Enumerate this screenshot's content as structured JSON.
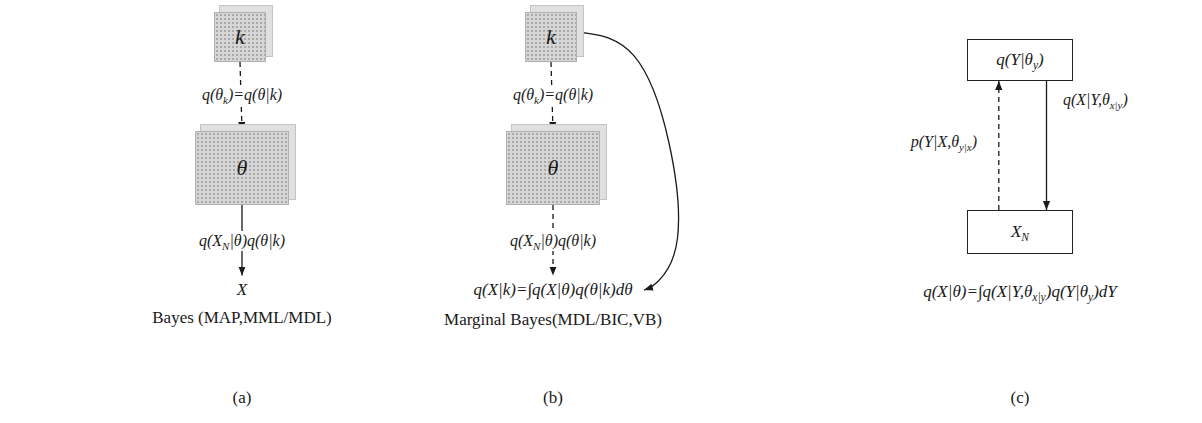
{
  "diagram": {
    "nodes": [
      {
        "text": [
          "k"
        ]
      },
      {
        "text": [
          "θ"
        ]
      },
      {
        "text": [
          "X"
        ]
      },
      {
        "text": [
          "k"
        ]
      },
      {
        "text": [
          "θ"
        ]
      },
      {
        "text": [
          "q(X|k)=∫q(X|θ)q(θ|k)dθ"
        ]
      },
      {
        "text": [
          "q(Y|θy)"
        ]
      },
      {
        "text": [
          "XN"
        ]
      }
    ],
    "edges": [
      {
        "from": 0,
        "to": 1,
        "arrow": "to",
        "label": "q(θk)=q(θ|k)"
      },
      {
        "from": 1,
        "to": 2,
        "arrow": "to",
        "label": "q(XN|θ)q(θ|k)"
      },
      {
        "from": 3,
        "to": 4,
        "arrow": "to",
        "label": "q(θk)=q(θ|k)"
      },
      {
        "from": 4,
        "to": 5,
        "arrow": "to",
        "label": "q(XN|θ)q(θ|k)"
      },
      {
        "from": 3,
        "to": 5,
        "arrow": "to"
      },
      {
        "from": 6,
        "to": 7,
        "arrow": "to",
        "label": "q(X|Y,θx|y)"
      },
      {
        "from": 7,
        "to": 6,
        "arrow": "to",
        "label": "p(Y|X,θy|x)"
      }
    ],
    "labels": [
      "Bayes (MAP,MML/MDL)",
      "(a)",
      "Marginal Bayes(MDL/BIC,VB)",
      "(b)",
      "q(X|θ)=∫q(X|Y,θx|y)q(Y|θy)dY",
      "(c)"
    ]
  }
}
